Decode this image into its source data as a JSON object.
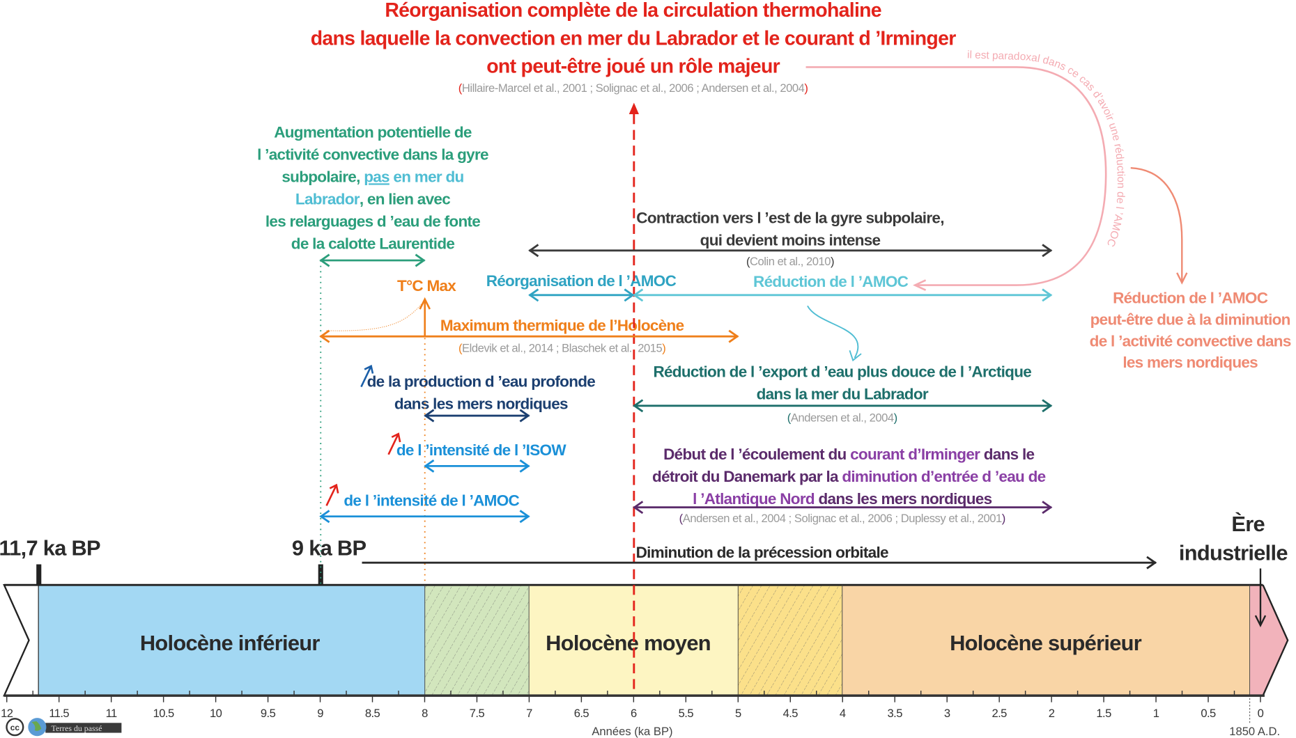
{
  "title": {
    "lines": [
      "Réorganisation complète de la circulation thermohaline",
      "dans laquelle la convection en mer du Labrador et le courant d ’Irminger",
      "ont peut-être joué un rôle majeur"
    ],
    "citation": "Hillaire-Marcel et al., 2001 ; Solignac et al., 2006 ; Andersen et al., 2004",
    "open": "(",
    "close": ")"
  },
  "green_note": {
    "l1": "Augmentation potentielle de",
    "l2": "l ’activité convective dans la gyre",
    "l3a": "subpolaire, ",
    "l3b": "pas",
    "l3c": " en mer du",
    "l4a": "Labrador",
    "l4b": ", en lien avec",
    "l5": "les relarguages d ’eau de fonte",
    "l6": "de la calotte Laurentide"
  },
  "tmax": "T°C Max",
  "thermal_max": {
    "label": "Maximum thermique de l’Holocène",
    "citation": "Eldevik et al., 2014 ; Blaschek et al., 2015"
  },
  "contraction": {
    "l1": "Contraction vers l ’est de la gyre subpolaire,",
    "l2": "qui devient moins intense",
    "citation": "Colin et al., 2010"
  },
  "amoc_reorg": "Réorganisation de l ’AMOC",
  "amoc_reduction": "Réduction de l ’AMOC",
  "paradox_note": "il est paradoxal dans ce cas d’avoir une réduction de l ’AMOC",
  "nordic_note": {
    "l1": "Réduction de l ’AMOC",
    "l2": "peut-être due à la diminution",
    "l3": "de l ’activité convective dans",
    "l4": "les mers nordiques"
  },
  "arctic_export": {
    "l1": "Réduction de l ’export d ’eau plus douce de l ’Arctique",
    "l2": "dans la mer du Labrador",
    "citation": "Andersen et al., 2004"
  },
  "deep_water": {
    "l1": "de la production d ’eau profonde",
    "l2": "dans les mers nordiques"
  },
  "isow": "de l ’intensité de l ’ISOW",
  "amoc_intensity": "de l ’intensité de l ’AMOC",
  "irminger": {
    "l1a": "Début de l ’écoulement du ",
    "l1b": "courant d’Irminger",
    "l1c": " dans le",
    "l2a": "détroit du Danemark par la ",
    "l2b": "diminution d’entrée d ’eau de",
    "l3a": "l ’Atlantique Nord",
    "l3b": " dans les mers nordiques",
    "citation": "Andersen et al., 2004 ; Solignac et al., 2006 ; Duplessy et al., 2001"
  },
  "markers": {
    "start": "11,7 ka BP",
    "nine": "9 ka BP"
  },
  "precession": "Diminution de la précession orbitale",
  "industrial": {
    "l1": "Ère",
    "l2": "industrielle"
  },
  "periods": {
    "lower": "Holocène inférieur",
    "middle": "Holocène moyen",
    "upper": "Holocène supérieur"
  },
  "axis": {
    "ticks": [
      "12",
      "11.5",
      "11",
      "10.5",
      "10",
      "9.5",
      "9",
      "8.5",
      "8",
      "7.5",
      "7",
      "6.5",
      "6",
      "5.5",
      "5",
      "4.5",
      "4",
      "3.5",
      "3",
      "2.5",
      "2",
      "1.5",
      "1",
      "0.5",
      "0"
    ],
    "xlabel": "Années (ka BP)",
    "end_label": "1850 A.D."
  },
  "logo": {
    "cc": "cc",
    "text": "Terres du passé"
  },
  "colors": {
    "red": "#e3231b",
    "green": "#2b9e7b",
    "cyan": "#4fbdd3",
    "dark": "#3a3a3a",
    "orange": "#ef7f1a",
    "teal": "#1d6f6b",
    "navy": "#1b3f70",
    "blue": "#1a90d8",
    "purple": "#5b2b6b",
    "purple2": "#8a3fa5",
    "salmon": "#ef8a73",
    "pink": "#f4abb2"
  }
}
